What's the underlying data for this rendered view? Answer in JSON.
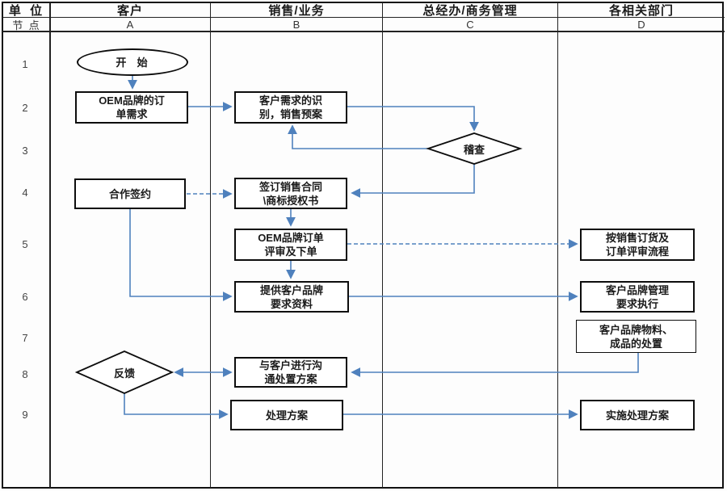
{
  "header": {
    "unit_label": "单  位",
    "node_label": "节  点",
    "lanes": [
      {
        "title": "客户",
        "letter": "A"
      },
      {
        "title": "销售/业务",
        "letter": "B"
      },
      {
        "title": "总经办/商务管理",
        "letter": "C"
      },
      {
        "title": "各相关部门",
        "letter": "D"
      }
    ]
  },
  "row_numbers": [
    "1",
    "2",
    "3",
    "4",
    "5",
    "6",
    "7",
    "8",
    "9"
  ],
  "nodes": {
    "start": "开  始",
    "a2": "OEM品牌的订\n单需求",
    "b2": "客户需求的识\n别，销售预案",
    "c3": "稽查",
    "a4": "合作签约",
    "b4": "签订销售合同\n\\商标授权书",
    "b5": "OEM品牌订单\n评审及下单",
    "d5": "按销售订货及\n订单评审流程",
    "b6": "提供客户品牌\n要求资料",
    "d6": "客户品牌管理\n要求执行",
    "d7": "客户品牌物料、\n成品的处置",
    "a8": "反馈",
    "b8": "与客户进行沟\n通处置方案",
    "b9": "处理方案",
    "d9": "实施处理方案"
  },
  "colors": {
    "connector_blue": "#4f81bd",
    "grid_line": "#222222",
    "shape_border": "#0d0d0d"
  }
}
